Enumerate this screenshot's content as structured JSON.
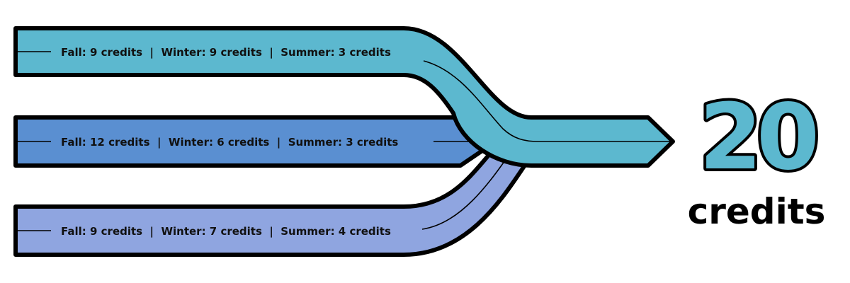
{
  "pathways": [
    {
      "label": "Fall: 9 credits  |  Winter: 9 credits  |  Summer: 3 credits",
      "color": "#5cb8cf"
    },
    {
      "label": "Fall: 12 credits  |  Winter: 6 credits  |  Summer: 3 credits",
      "color": "#5a8fd1"
    },
    {
      "label": "Fall: 9 credits  |  Winter: 7 credits  |  Summer: 4 credits",
      "color": "#8fa5e0"
    }
  ],
  "total": {
    "number": "20",
    "unit": "credits",
    "color": "#5cb8cf"
  },
  "outline_color": "#000000"
}
